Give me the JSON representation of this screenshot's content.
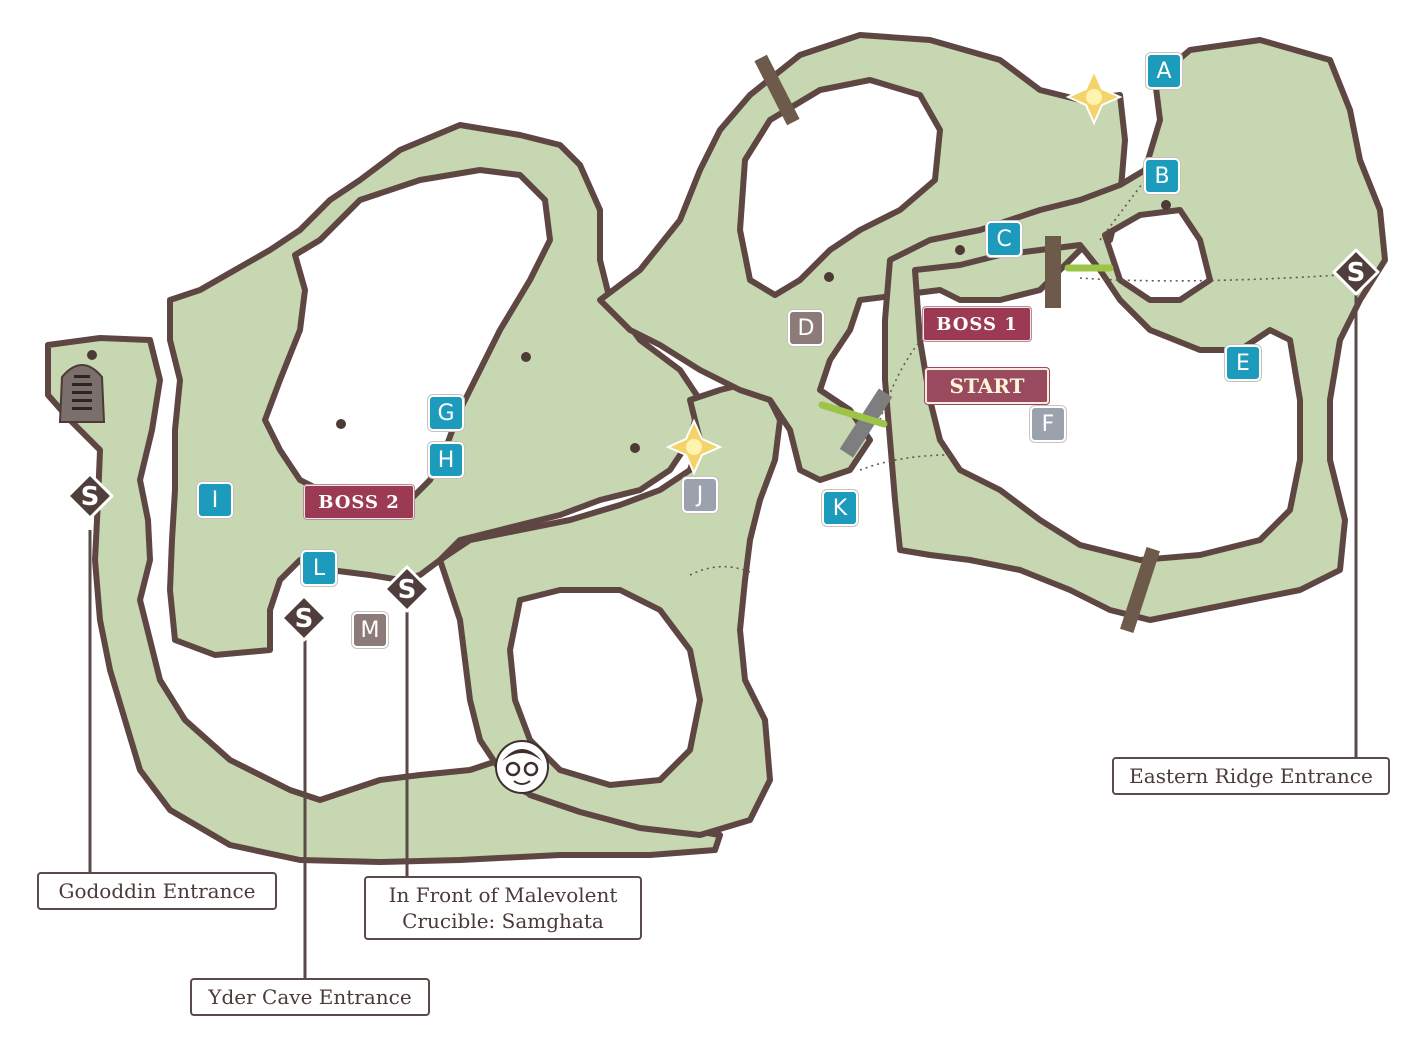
{
  "map": {
    "area_markers": [
      {
        "letter": "A",
        "style": "blue"
      },
      {
        "letter": "B",
        "style": "blue"
      },
      {
        "letter": "C",
        "style": "blue"
      },
      {
        "letter": "D",
        "style": "brown"
      },
      {
        "letter": "E",
        "style": "blue"
      },
      {
        "letter": "F",
        "style": "grey"
      },
      {
        "letter": "G",
        "style": "blue"
      },
      {
        "letter": "H",
        "style": "blue"
      },
      {
        "letter": "I",
        "style": "blue"
      },
      {
        "letter": "J",
        "style": "grey"
      },
      {
        "letter": "K",
        "style": "blue"
      },
      {
        "letter": "L",
        "style": "blue"
      },
      {
        "letter": "M",
        "style": "brown"
      }
    ],
    "boss_labels": {
      "boss1": "BOSS 1",
      "boss2": "BOSS 2"
    },
    "start_label": "START",
    "save_point_symbol": "S",
    "locations": {
      "gododdin": "Gododdin Entrance",
      "yder": "Yder Cave Entrance",
      "malevolent_line1": "In Front of Malevolent",
      "malevolent_line2": "Crucible: Samghata",
      "eastern": "Eastern Ridge Entrance"
    },
    "icons": [
      "save-point-icon",
      "shrine-icon",
      "landmark-star-icon",
      "creature-face-icon",
      "gate-icon",
      "pass-bar-icon"
    ],
    "colors": {
      "terrain": "#c6d7b1",
      "outline": "#5e4642",
      "marker_blue": "#1d9bbd",
      "marker_brown": "#8d7b79",
      "marker_grey": "#9ba1ad",
      "boss": "#9b3a52",
      "gate": "#6e5a4a",
      "pass_bar": "#9cc447",
      "star": "#f4d36a"
    }
  }
}
